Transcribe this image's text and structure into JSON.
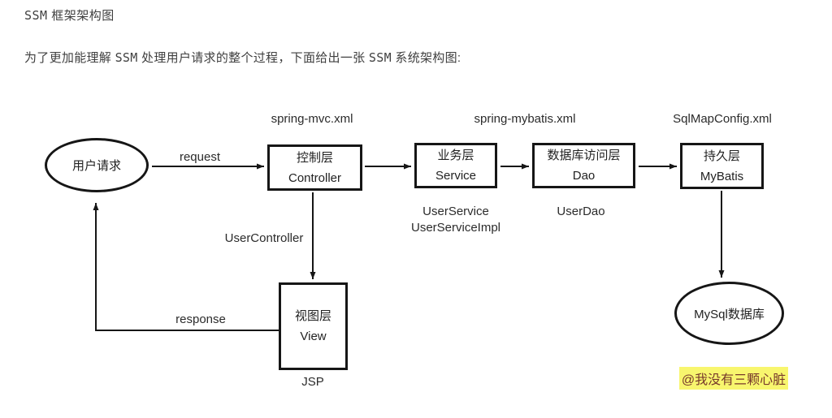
{
  "page": {
    "title_code": "SSM",
    "title_rest": " 框架架构图",
    "intro_p1": "为了更加能理解 ",
    "intro_code1": "SSM",
    "intro_p2": " 处理用户请求的整个过程，下面给出一张 ",
    "intro_code2": "SSM",
    "intro_p3": " 系统架构图:"
  },
  "diagram": {
    "config_files": {
      "spring_mvc": "spring-mvc.xml",
      "spring_mybatis": "spring-mybatis.xml",
      "sqlmap_config": "SqlMapConfig.xml"
    },
    "nodes": {
      "user_request": "用户请求",
      "controller_cn": "控制层",
      "controller_en": "Controller",
      "service_cn": "业务层",
      "service_en": "Service",
      "dao_cn": "数据库访问层",
      "dao_en": "Dao",
      "mybatis_cn": "持久层",
      "mybatis_en": "MyBatis",
      "view_cn": "视图层",
      "view_en": "View",
      "mysql": "MySql数据库"
    },
    "edges": {
      "request": "request",
      "response": "response",
      "user_controller": "UserController"
    },
    "impl_labels": {
      "user_service": "UserService",
      "user_service_impl": "UserServiceImpl",
      "user_dao": "UserDao",
      "jsp": "JSP"
    },
    "watermark": {
      "text": "@我没有三颗心脏",
      "bg": "#f8f66e",
      "color": "#77382b",
      "style": "background:#f8f66e;color:#77382b;"
    },
    "line_color": "#161616"
  }
}
